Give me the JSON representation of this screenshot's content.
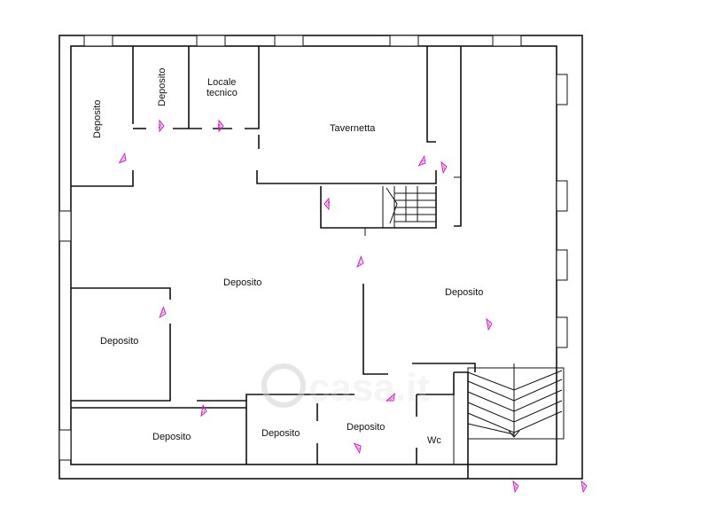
{
  "rooms": {
    "deposito_nw": "Deposito",
    "deposito_small": "Deposito",
    "locale_tecnico_line1": "Locale",
    "locale_tecnico_line2": "tecnico",
    "tavernetta": "Tavernetta",
    "deposito_center": "Deposito",
    "deposito_east": "Deposito",
    "deposito_west": "Deposito",
    "deposito_sw": "Deposito",
    "deposito_south_mid": "Deposito",
    "deposito_south": "Deposito",
    "wc": "Wc"
  },
  "markers": [
    "53",
    "54",
    "55",
    "49",
    "48",
    "51",
    "47",
    "46",
    "50",
    "52",
    "44",
    "45",
    "56",
    "56"
  ],
  "watermark": "casa.it",
  "colors": {
    "walls": "#111111",
    "markers": "#d21bd2",
    "watermark": "#d9d9d9"
  }
}
